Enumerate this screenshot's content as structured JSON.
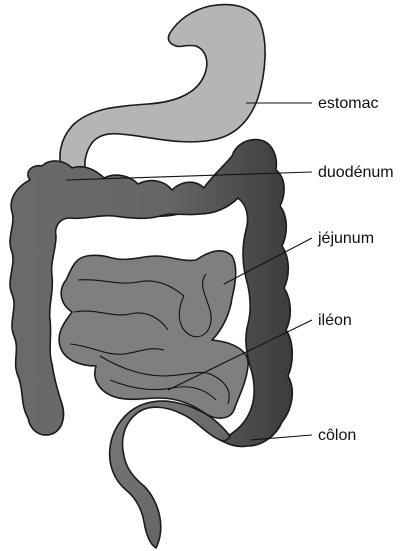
{
  "labels": {
    "stomach": "estomac",
    "duodenum": "duodénum",
    "jejunum": "jéjunum",
    "ileum": "iléon",
    "colon": "côlon"
  },
  "colors": {
    "stomach": "#b5b5b5",
    "duodenum": "#a6a6a6",
    "small_intestine": "#7f7f7f",
    "colon_light": "#707070",
    "colon_dark": "#3a3a3a",
    "outline": "#1a1a1a",
    "text": "#111111"
  }
}
